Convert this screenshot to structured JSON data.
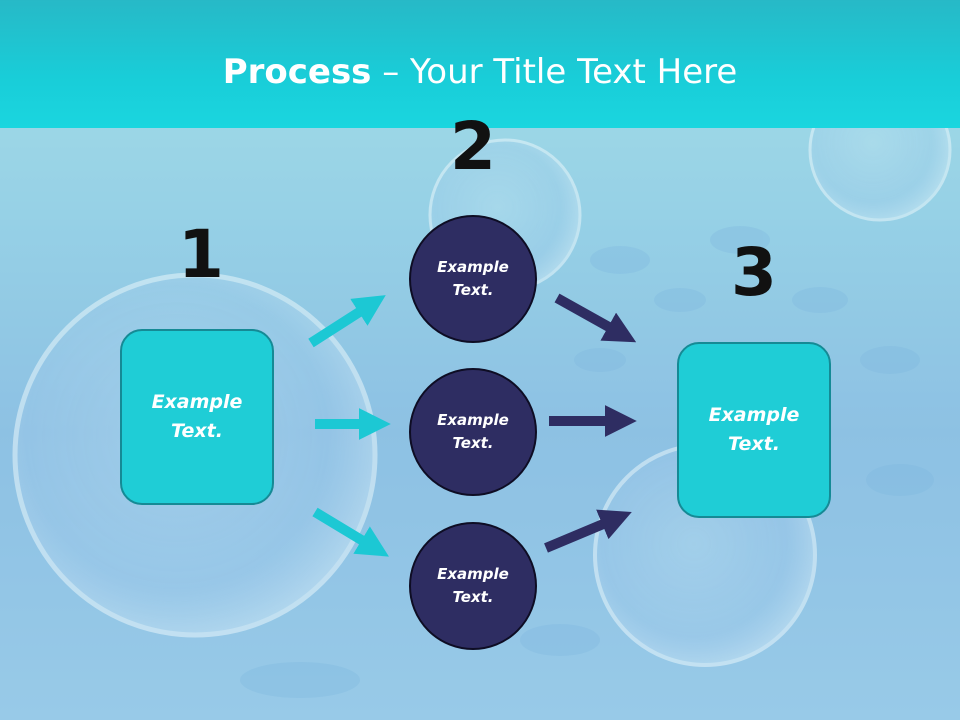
{
  "title": {
    "bold": "Process",
    "rest": " – Your Title Text Here"
  },
  "steps": {
    "n1": "1",
    "n2": "2",
    "n3": "3"
  },
  "left_box": {
    "text": "Example Text."
  },
  "right_box": {
    "text": "Example Text."
  },
  "circles": [
    {
      "text": "Example Text."
    },
    {
      "text": "Example Text."
    },
    {
      "text": "Example Text."
    }
  ],
  "colors": {
    "title_band": "#1ad6df",
    "box_fill": "#1fcdd6",
    "circle_fill": "#2e2d62",
    "cyan_arrow": "#1cc8d4",
    "navy_arrow": "#2e2d62"
  }
}
